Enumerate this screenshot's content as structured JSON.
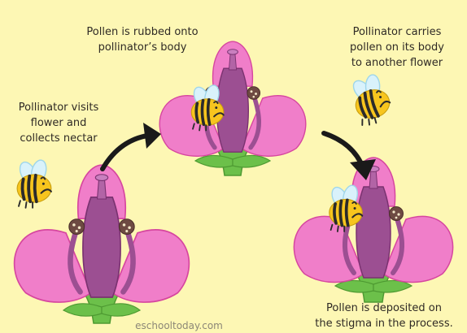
{
  "captions": {
    "rubbed": [
      "Pollen is rubbed onto",
      "pollinator’s body"
    ],
    "carries": [
      "Pollinator carries",
      "pollen on its body",
      "to another flower"
    ],
    "visits": [
      "Pollinator visits",
      "flower and",
      "collects nectar"
    ],
    "deposited": [
      "Pollen is deposited on",
      "the stigma in the process."
    ]
  },
  "watermark": "eschooltoday.com",
  "colors": {
    "background": "#fdf7b4",
    "petal": "#f07ec9",
    "petal_outline": "#d6469f",
    "pistil": "#9c4f92",
    "stem": "#6cc04a",
    "bee_body": "#f7c51e",
    "bee_stripe": "#2b2b2b",
    "bee_wing": "#d9f2fb",
    "arrow": "#1a1a1a",
    "text": "#2f2a25"
  }
}
